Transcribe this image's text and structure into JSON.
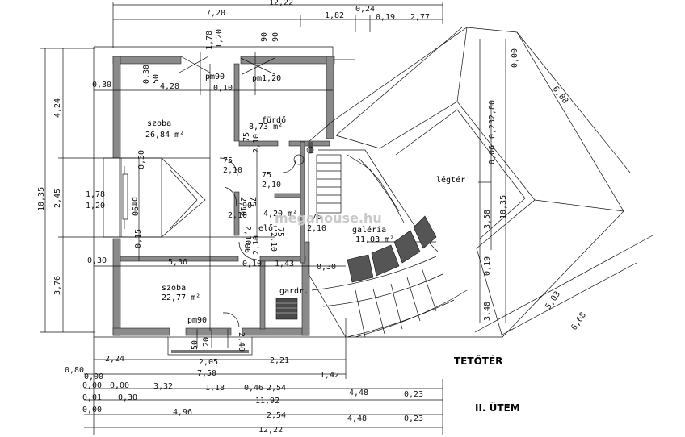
{
  "headings": {
    "floor": "TETŐTÉR",
    "phase": "II. ÜTEM"
  },
  "watermark": "megahouse.hu",
  "rooms": {
    "szoba1_name": "szoba",
    "szoba1_area": "26,84 m²",
    "furdo_name": "fürdő",
    "furdo_area": "8,73 m²",
    "eloter_name": "előt",
    "eloter_area": "4,20 m²",
    "galeria_name": "galéria",
    "galeria_area": "11,03 m²",
    "szoba2_name": "szoba",
    "szoba2_area": "22,77 m²",
    "gardrob_name": "gardr.",
    "legter_name": "légtér"
  },
  "window_labels": {
    "pm90_top": "pm90",
    "pm120": "pm1,20",
    "pm90_left": "pm90",
    "pm90_bottom": "pm90"
  },
  "top_dims": {
    "d1222": "12,22",
    "d720": "7,20",
    "d182": "1,82",
    "d024": "0,24",
    "d019": "0,19",
    "d277": "2,77",
    "d178": "1,78",
    "d120": "1,20",
    "d90a": "90",
    "d90b": "90"
  },
  "left_dims": {
    "d1035": "10,35",
    "d424": "4,24",
    "d245": "2,45",
    "d376": "3,76",
    "d178": "1,78",
    "d120": "1,20"
  },
  "inner_dims": {
    "d030a": "0,30",
    "d428": "4,28",
    "d010a": "0,10",
    "d030b": "0,30",
    "d536": "5,36",
    "d010b": "0,10",
    "d143": "1,43",
    "d030c": "0,30",
    "d015": "0,15",
    "d030v": "0,30",
    "d030v2": "0,30",
    "d50": "50",
    "d075a": "75",
    "d210a": "2,10",
    "d075b": "75",
    "d210b": "2,10",
    "d075c": "75",
    "d210c": "2,10",
    "d210d": "2,10",
    "d075d": "75",
    "d210e": "2,10",
    "d90c": "90",
    "d210f": "2,10",
    "d075e": "75",
    "d210g": "2,10",
    "d75f": "75",
    "d210h": "2,10",
    "d90d": "90",
    "d210i": "2,10",
    "d240": "2,40",
    "d50b": "50",
    "d20": "20"
  },
  "bottom_dims": {
    "d224": "2,24",
    "d205": "2,05",
    "d221": "2,21",
    "d080": "0,80",
    "d750": "7,50",
    "d142": "1,42",
    "d000a": "0,00",
    "d000b": "0,00",
    "d332": "3,32",
    "d118": "1,18",
    "d046": "0,46",
    "d254a": "2,54",
    "d448a": "4,48",
    "d023a": "0,23",
    "d001": "0,01",
    "d030": "0,30",
    "d1192": "11,92",
    "d000c": "0,00",
    "d496": "4,96",
    "d254b": "2,54",
    "d448b": "4,48",
    "d023b": "0,23",
    "d1222": "12,22"
  },
  "right_dims": {
    "d000": "0,00",
    "d688": "6,88",
    "d280": "2,80",
    "d023": "0,23",
    "d006": "0,06",
    "d358": "3,58",
    "d1035": "10,35",
    "d019": "0,19",
    "d348": "3,48",
    "d503": "5,03",
    "d668": "6,68"
  }
}
